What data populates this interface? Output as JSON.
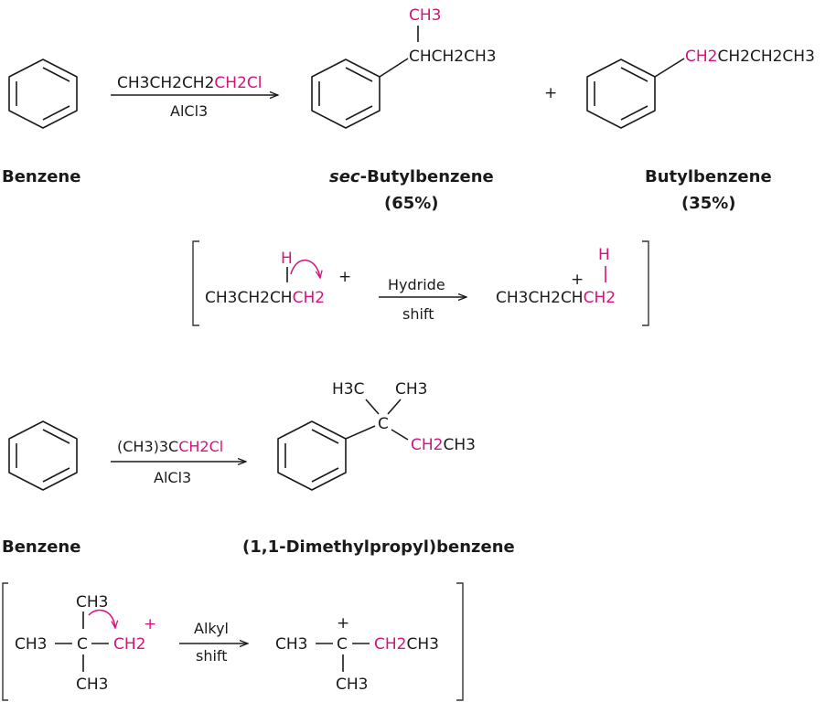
{
  "colors": {
    "highlight": "#d6127f",
    "text": "#1a1a1a",
    "background": "#ffffff"
  },
  "reaction1": {
    "reactant_name": "Benzene",
    "reagent_black": "CH3CH2CH2",
    "reagent_magenta": "CH2Cl",
    "catalyst": "AlCl3",
    "product1_branch_methyl": "CH3",
    "product1_chain": "CHCH2CH3",
    "product1_name_italic": "sec",
    "product1_name_rest": "-Butylbenzene",
    "product1_yield": "(65%)",
    "plus": "+",
    "product2_chain_magenta": "CH2",
    "product2_chain_black": "CH2CH2CH3",
    "product2_name": "Butylbenzene",
    "product2_yield": "(35%)"
  },
  "mechanism1": {
    "left_chain": "CH3CH2CH",
    "left_cation": "CH2",
    "migrating_h": "H",
    "charge": "+",
    "arrow_top": "Hydride",
    "arrow_bottom": "shift",
    "right_chain": "CH3CH2CH",
    "right_ch2": "CH2",
    "right_h": "H"
  },
  "reaction2": {
    "reactant_name": "Benzene",
    "reagent_black": "(CH3)3C",
    "reagent_magenta": "CH2Cl",
    "catalyst": "AlCl3",
    "product_methyl_left": "H3C",
    "product_methyl_right": "CH3",
    "product_center": "C",
    "product_ethyl_magenta": "CH2",
    "product_ethyl_black": "CH3",
    "product_name": "(1,1-Dimethylpropyl)benzene"
  },
  "mechanism2": {
    "top_methyl": "CH3",
    "left_methyl": "CH3",
    "center": "C",
    "cation": "CH2",
    "bottom_methyl": "CH3",
    "charge": "+",
    "arrow_top": "Alkyl",
    "arrow_bottom": "shift",
    "right_left_methyl": "CH3",
    "right_center": "C",
    "right_ch2": "CH2",
    "right_ch3": "CH3",
    "right_bottom_methyl": "CH3"
  }
}
